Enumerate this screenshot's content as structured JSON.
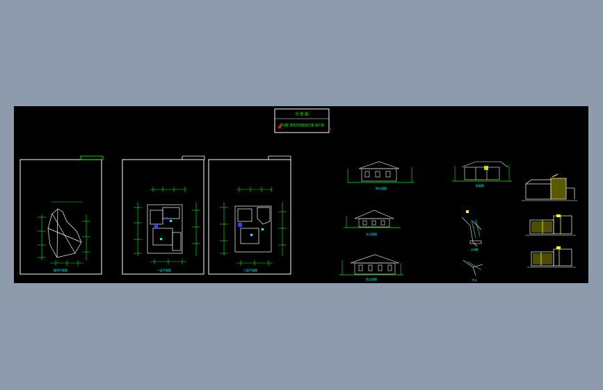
{
  "viewport": {
    "background_color": "#8e9bad",
    "drawing_background": "#000000"
  },
  "title_block": {
    "line1": "- 別 墅 图 -",
    "line2": "某别墅 建筑方案图纸全套 施工图",
    "border_color": "#ffffff",
    "text_color": "#00ff00",
    "accent_color": "#ff0000"
  },
  "sheets": [
    {
      "label": "屋顶平面图"
    },
    {
      "label": "一层平面图"
    },
    {
      "label": "二层平面图"
    }
  ],
  "elevations": [
    {
      "label": "南立面图"
    },
    {
      "label": "东立面图"
    },
    {
      "label": "西立面图"
    }
  ],
  "sections": [
    {
      "label": "剖面图"
    },
    {
      "label": "大样图"
    },
    {
      "label": "节点"
    }
  ],
  "colors": {
    "line_white": "#ffffff",
    "line_green": "#00ff00",
    "line_cyan": "#00ffff",
    "line_yellow": "#ffff00",
    "line_blue": "#3c3cff",
    "line_magenta": "#ff00ff"
  }
}
